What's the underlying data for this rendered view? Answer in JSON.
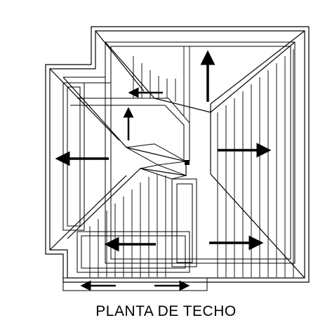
{
  "drawing": {
    "title": "PLANTA DE TECHO",
    "arrows": [
      {
        "label": "north-slope",
        "direction": "up"
      },
      {
        "label": "west-slope",
        "direction": "left"
      },
      {
        "label": "east-slope",
        "direction": "right"
      },
      {
        "label": "south-slope-left",
        "direction": "left"
      },
      {
        "label": "south-slope-right",
        "direction": "right"
      },
      {
        "label": "inner-slope-left",
        "direction": "left"
      },
      {
        "label": "inner-slope-up",
        "direction": "up"
      }
    ]
  }
}
